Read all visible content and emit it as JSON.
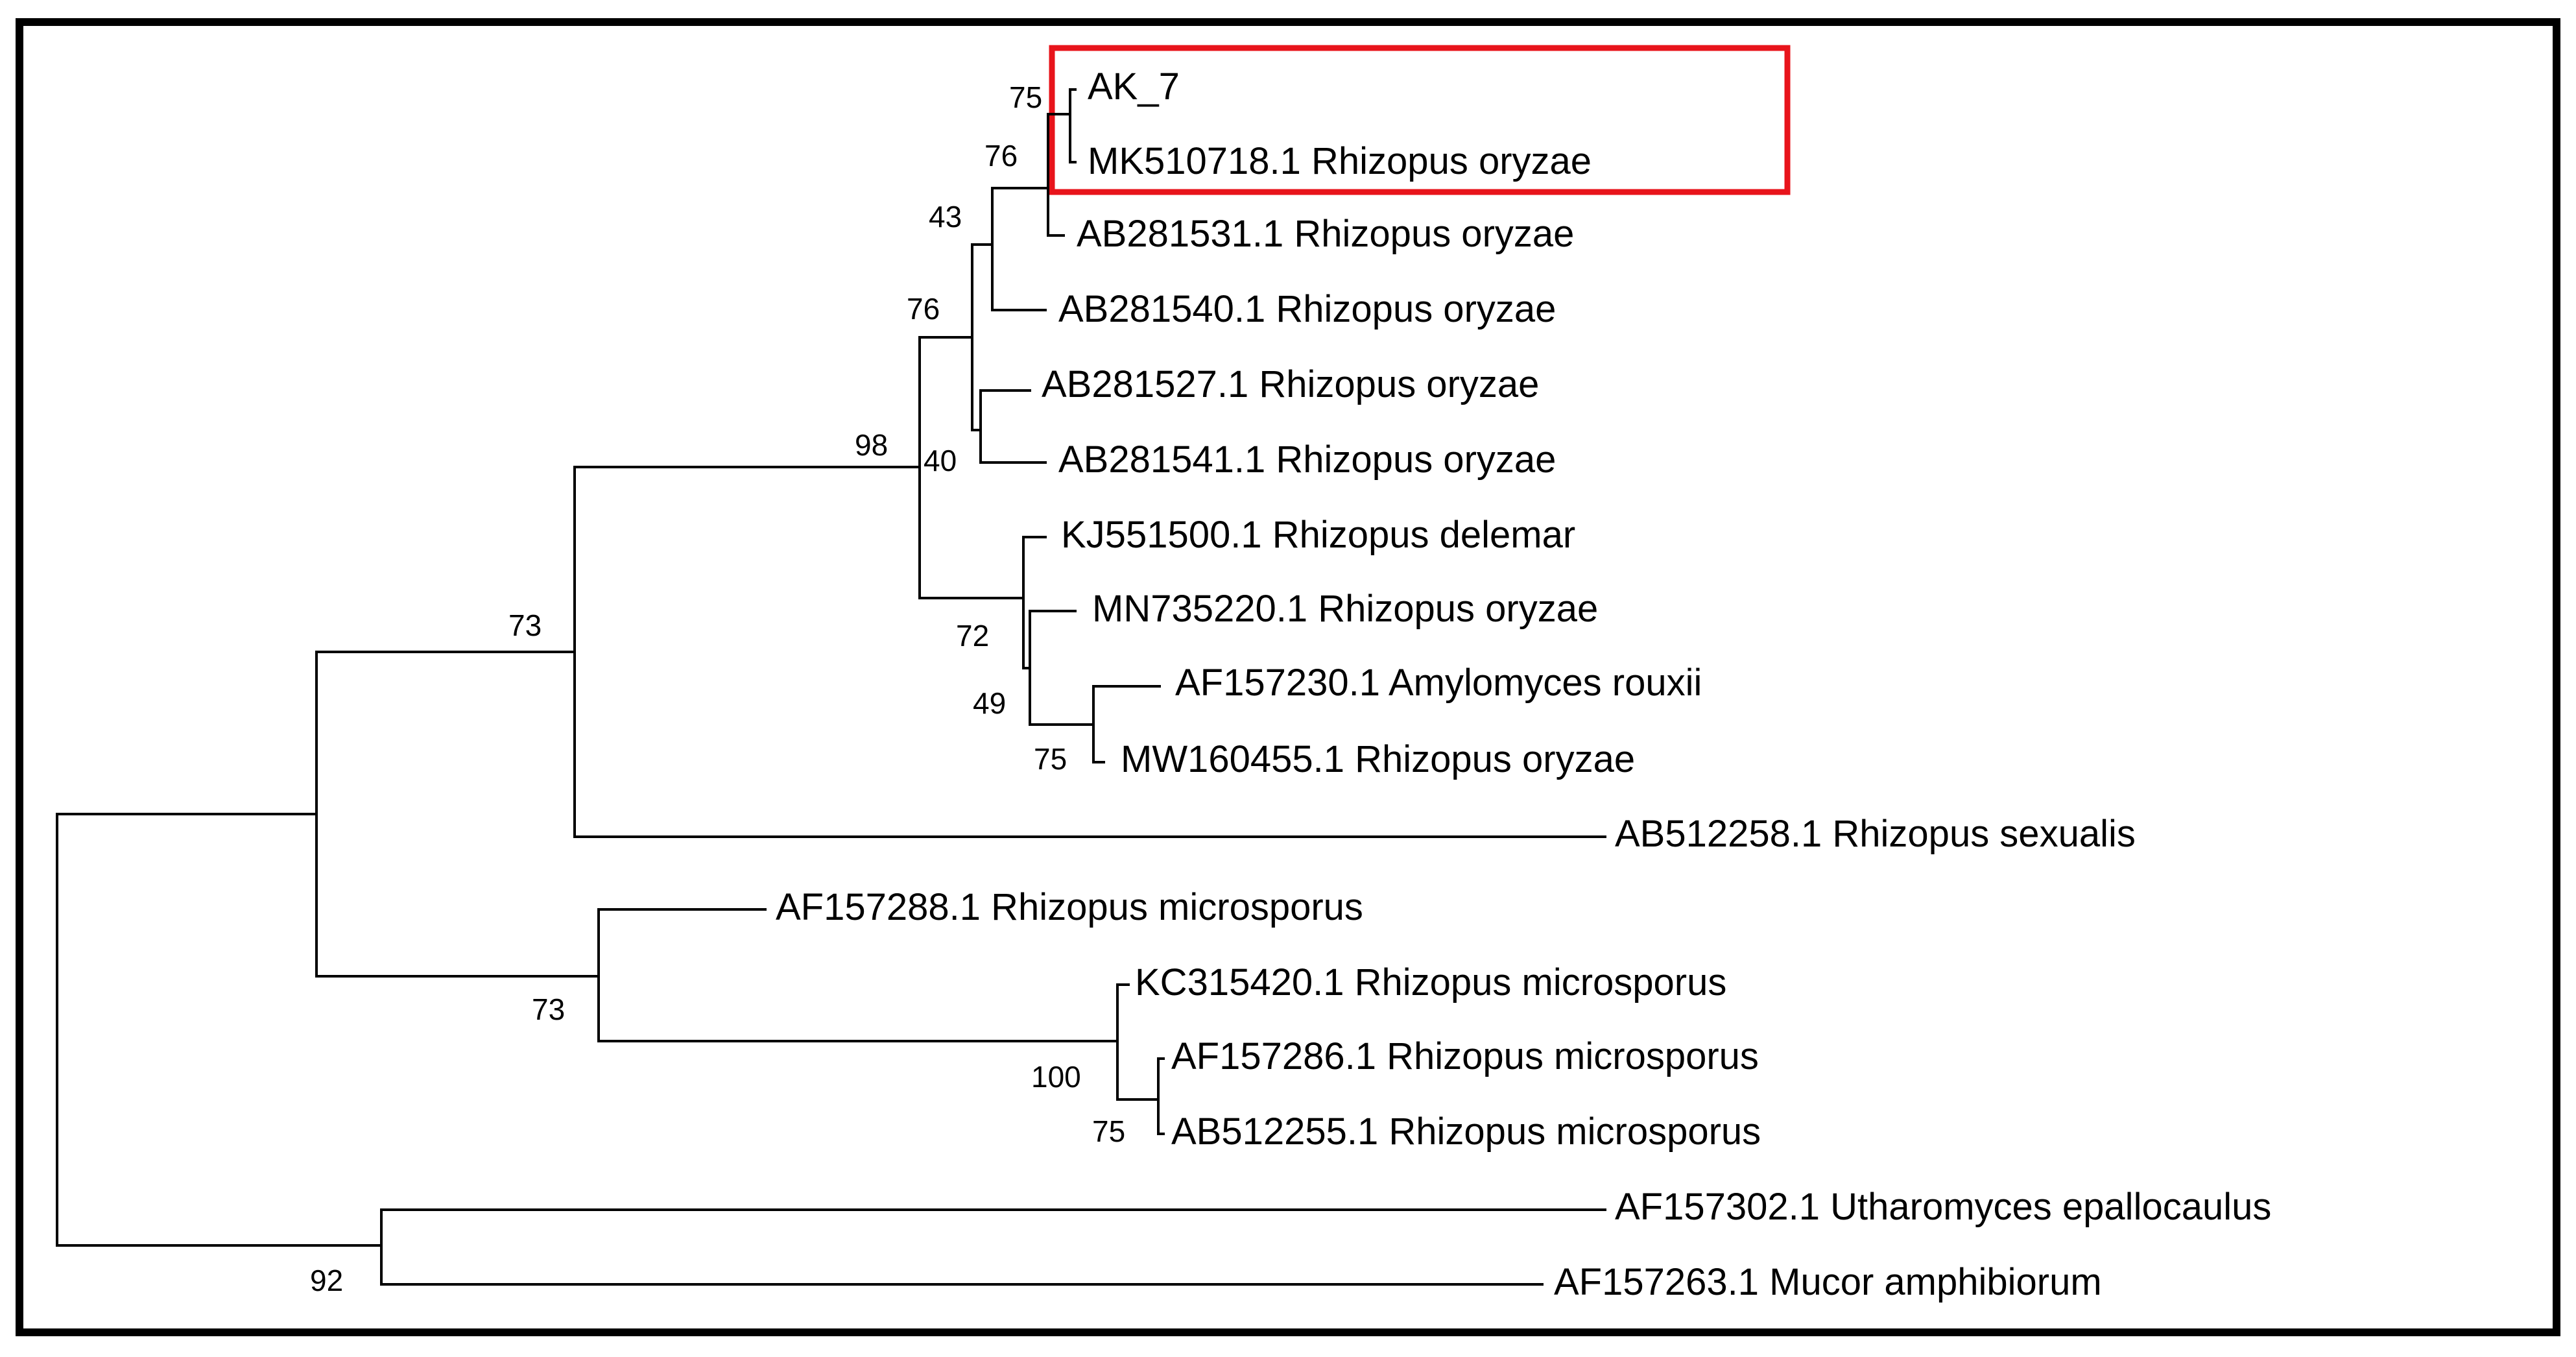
{
  "tree": {
    "leaves": [
      {
        "id": "ak7",
        "label": "AK_7"
      },
      {
        "id": "mk510718",
        "label": "MK510718.1 Rhizopus oryzae"
      },
      {
        "id": "ab281531",
        "label": "AB281531.1 Rhizopus oryzae"
      },
      {
        "id": "ab281540",
        "label": "AB281540.1 Rhizopus oryzae"
      },
      {
        "id": "ab281527",
        "label": "AB281527.1 Rhizopus oryzae"
      },
      {
        "id": "ab281541",
        "label": "AB281541.1 Rhizopus oryzae"
      },
      {
        "id": "kj551500",
        "label": "KJ551500.1 Rhizopus delemar"
      },
      {
        "id": "mn735220",
        "label": "MN735220.1 Rhizopus oryzae"
      },
      {
        "id": "af157230",
        "label": "AF157230.1 Amylomyces rouxii"
      },
      {
        "id": "mw160455",
        "label": "MW160455.1 Rhizopus oryzae"
      },
      {
        "id": "ab512258",
        "label": "AB512258.1 Rhizopus sexualis"
      },
      {
        "id": "af157288",
        "label": "AF157288.1 Rhizopus microsporus"
      },
      {
        "id": "kc315420",
        "label": "KC315420.1 Rhizopus microsporus"
      },
      {
        "id": "af157286",
        "label": "AF157286.1 Rhizopus microsporus"
      },
      {
        "id": "ab512255",
        "label": "AB512255.1 Rhizopus microsporus"
      },
      {
        "id": "af157302",
        "label": "AF157302.1 Utharomyces epallocaulus"
      },
      {
        "id": "af157263",
        "label": "AF157263.1 Mucor amphibiorum"
      }
    ],
    "bootstrap": [
      {
        "id": "n_ak7_mk",
        "value": "75"
      },
      {
        "id": "n_ab281531",
        "value": "76"
      },
      {
        "id": "n_ab281540",
        "value": "43"
      },
      {
        "id": "n_upper",
        "value": "76"
      },
      {
        "id": "n_ab281527",
        "value": "40"
      },
      {
        "id": "n_oryzae_all",
        "value": "98"
      },
      {
        "id": "n_sexualis",
        "value": "73"
      },
      {
        "id": "n_kj",
        "value": "72"
      },
      {
        "id": "n_mn",
        "value": "49"
      },
      {
        "id": "n_af_mw",
        "value": "75"
      },
      {
        "id": "n_micro_a",
        "value": "100"
      },
      {
        "id": "n_micro_b",
        "value": "75"
      },
      {
        "id": "n_micro_all",
        "value": "73"
      },
      {
        "id": "n_outgroup",
        "value": "92"
      }
    ],
    "highlight_color": "#e8141b",
    "line_color": "#000000"
  }
}
